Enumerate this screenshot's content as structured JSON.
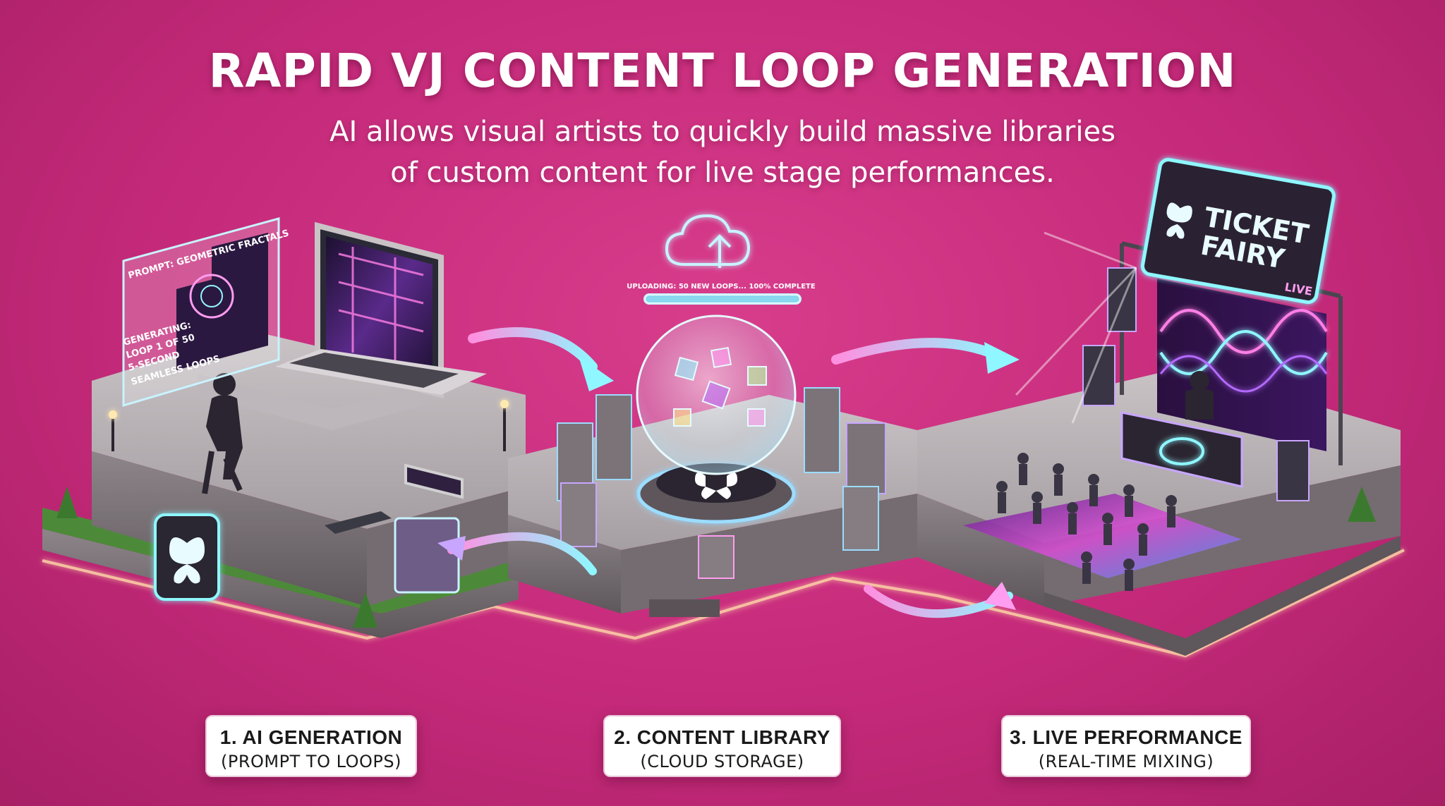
{
  "header": {
    "title": "RAPID VJ CONTENT LOOP GENERATION",
    "subtitle_line1": "AI allows visual artists to quickly build massive libraries",
    "subtitle_line2": "of custom content for live stage performances."
  },
  "screen_left": {
    "prompt": "PROMPT: GEOMETRIC FRACTALS",
    "status_line1": "GENERATING:",
    "status_line2": "LOOP 1 OF 50",
    "status_line3": "5-SECOND",
    "status_line4": "SEAMLESS LOOPS"
  },
  "upload": {
    "text": "UPLOADING: 50 NEW LOOPS... 100% COMPLETE",
    "progress": 1.0
  },
  "sign": {
    "line1": "TICKET",
    "line2": "FAIRY",
    "line3": "LIVE"
  },
  "steps": [
    {
      "label": "1. AI GENERATION",
      "sub": "(PROMPT TO LOOPS)"
    },
    {
      "label": "2. CONTENT LIBRARY",
      "sub": "(CLOUD STORAGE)"
    },
    {
      "label": "3. LIVE PERFORMANCE",
      "sub": "(REAL-TIME MIXING)"
    }
  ],
  "colors": {
    "background": "#c52a7a",
    "neon_cyan": "#7ff6ff",
    "neon_pink": "#ff6fd8",
    "neon_purple": "#b46bff"
  }
}
